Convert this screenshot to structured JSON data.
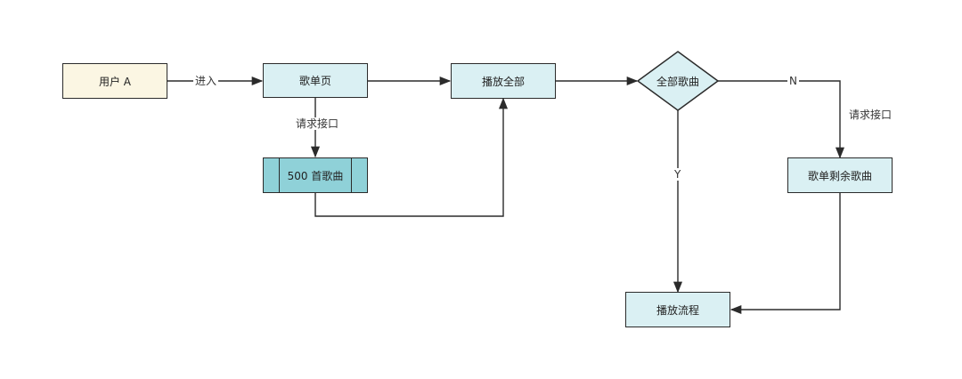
{
  "nodes": {
    "user_a": "用户 A",
    "playlist_page": "歌单页",
    "songs_500": "500 首歌曲",
    "play_all": "播放全部",
    "all_songs_decision": "全部歌曲",
    "remaining_songs": "歌单剩余歌曲",
    "play_flow": "播放流程"
  },
  "edges": {
    "enter": "进入",
    "request_api_1": "请求接口",
    "yes": "Y",
    "no": "N",
    "request_api_2": "请求接口"
  },
  "colors": {
    "user_fill": "#fbf6e3",
    "process_fill": "#daf0f3",
    "subprocess_fill": "#8fd1d8",
    "stroke": "#2b2b2b"
  }
}
